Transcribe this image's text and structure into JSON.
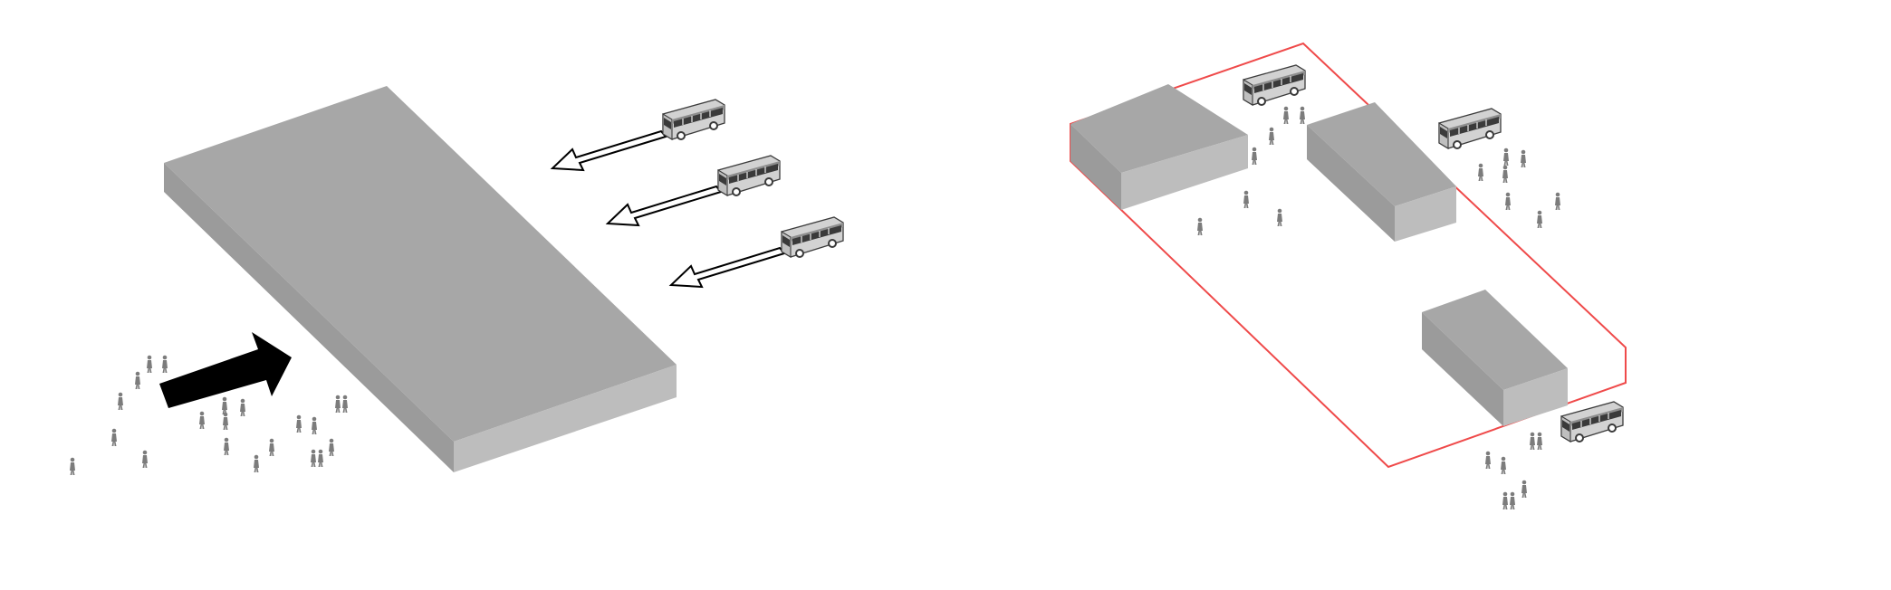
{
  "colors": {
    "background": "#ffffff",
    "block_top": "#a7a7a7",
    "block_left": "#9b9b9b",
    "block_right": "#bdbdbd",
    "site_boundary": "#ef4a4a",
    "pedestrian": "#7c7c7c",
    "arrow_black": "#000000",
    "bus_body": "#d2d2d2",
    "bus_dark": "#444444"
  },
  "scenes": [
    {
      "name": "single-large-block",
      "elements": [
        "monolithic-block",
        "pedestrian-flow-arrow",
        "bus-flow-arrows",
        "pedestrian-crowd",
        "buses"
      ]
    },
    {
      "name": "fragmented-blocks",
      "elements": [
        "site-boundary",
        "three-blocks",
        "pedestrians-between-blocks",
        "buses"
      ]
    }
  ],
  "icons": [
    "bus-icon",
    "pedestrian-icon",
    "arrow-icon"
  ]
}
